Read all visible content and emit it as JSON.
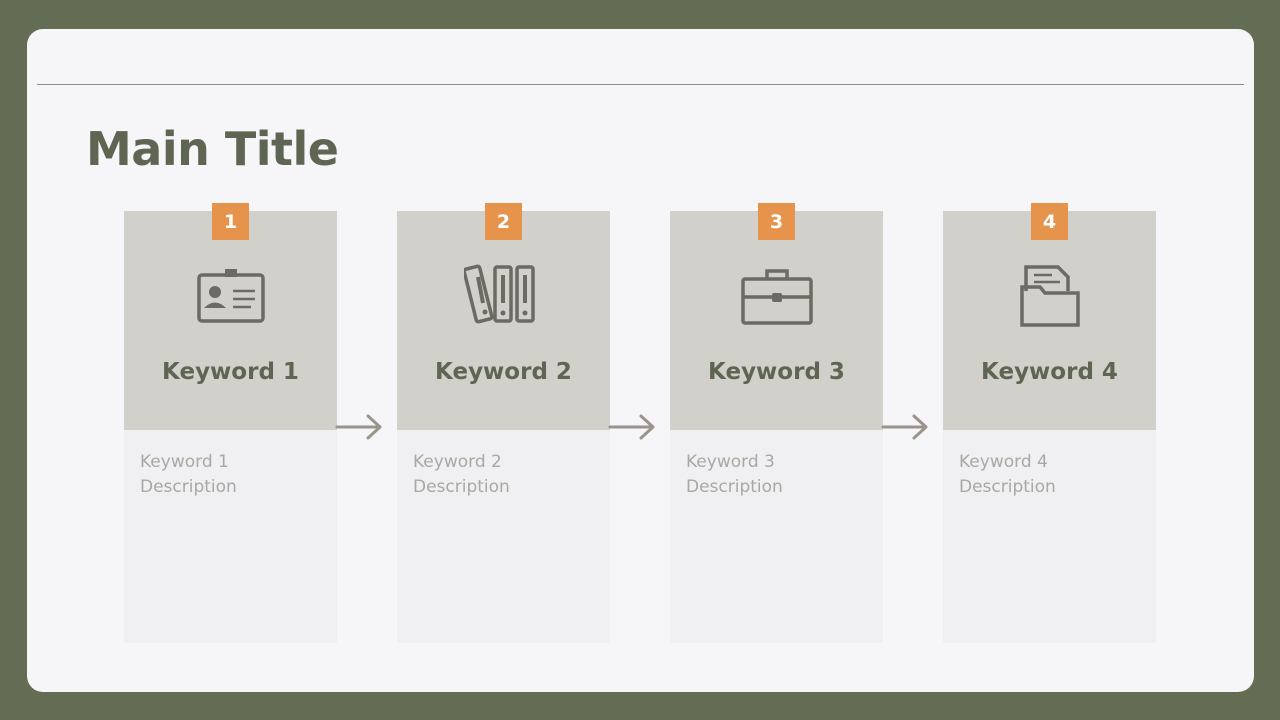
{
  "title": "Main Title",
  "steps": [
    {
      "number": "1",
      "keyword": "Keyword 1",
      "desc_line1": "Keyword 1",
      "desc_line2": "Description",
      "icon": "id-card-icon"
    },
    {
      "number": "2",
      "keyword": "Keyword 2",
      "desc_line1": "Keyword 2",
      "desc_line2": "Description",
      "icon": "binders-icon"
    },
    {
      "number": "3",
      "keyword": "Keyword 3",
      "desc_line1": "Keyword 3",
      "desc_line2": "Description",
      "icon": "briefcase-icon"
    },
    {
      "number": "4",
      "keyword": "Keyword 4",
      "desc_line1": "Keyword 4",
      "desc_line2": "Description",
      "icon": "folder-document-icon"
    }
  ],
  "colors": {
    "background": "#636d54",
    "slide": "#f6f5f7",
    "card_top": "#d2d0ca",
    "card_bottom": "#f0eff1",
    "badge": "#e6944c",
    "title_text": "#5e6653",
    "arrow": "#9a948c"
  }
}
